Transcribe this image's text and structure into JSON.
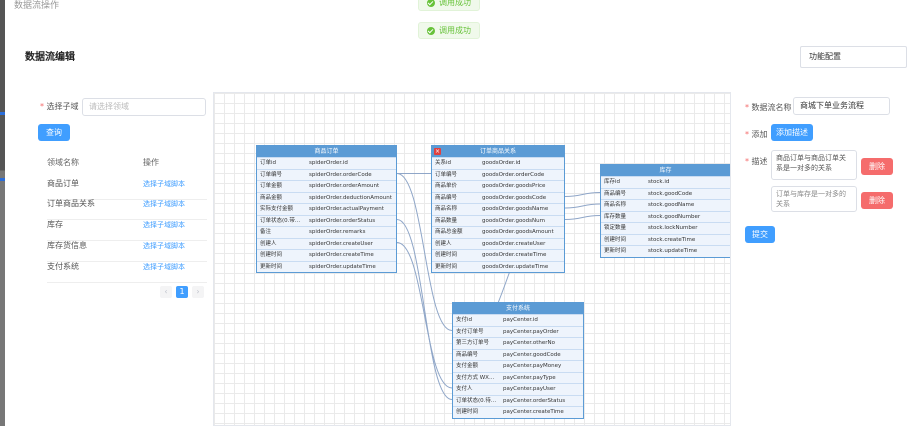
{
  "backdrop": {
    "title": "数据流操作"
  },
  "toasts": [
    "调用成功",
    "调用成功"
  ],
  "dialog": {
    "title": "数据流编辑",
    "function_config": "功能配置"
  },
  "left": {
    "select_label": "选择子域",
    "select_placeholder": "请选择领域",
    "query_button": "查询",
    "columns": [
      "领域名称",
      "操作"
    ],
    "rows": [
      {
        "name": "商品订单",
        "action": "选择子域脚本"
      },
      {
        "name": "订单商品关系",
        "action": "选择子域脚本"
      },
      {
        "name": "库存",
        "action": "选择子域脚本"
      },
      {
        "name": "库存货信息",
        "action": "选择子域脚本"
      },
      {
        "name": "支付系统",
        "action": "选择子域脚本"
      }
    ],
    "pager": {
      "prev": "‹",
      "page": "1",
      "next": "›"
    }
  },
  "tables": [
    {
      "title": "商品订单",
      "cols": [
        [
          "订单id",
          "spiderOrder.id"
        ],
        [
          "订单编号",
          "spiderOrder.orderCode"
        ],
        [
          "订单金额",
          "spiderOrder.orderAmount"
        ],
        [
          "商品金额",
          "spiderOrder.deductionAmount"
        ],
        [
          "实际支付金额",
          "spiderOrder.actualPayment"
        ],
        [
          "订单状态(0.带...",
          "spiderOrder.orderStatus"
        ],
        [
          "备注",
          "spiderOrder.remarks"
        ],
        [
          "创建人",
          "spiderOrder.createUser"
        ],
        [
          "创建时间",
          "spiderOrder.createTime"
        ],
        [
          "更新时间",
          "spiderOrder.updateTime"
        ]
      ]
    },
    {
      "title": "订单商品关系",
      "cols": [
        [
          "关系id",
          "goodsOrder.id"
        ],
        [
          "订单编号",
          "goodsOrder.orderCode"
        ],
        [
          "商品单价",
          "goodsOrder.goodsPrice"
        ],
        [
          "商品编号",
          "goodsOrder.goodsCode"
        ],
        [
          "商品名称",
          "goodsOrder.goodsName"
        ],
        [
          "商品数量",
          "goodsOrder.goodsNum"
        ],
        [
          "商品总金额",
          "goodsOrder.goodsAmount"
        ],
        [
          "创建人",
          "goodsOrder.createUser"
        ],
        [
          "创建时间",
          "goodsOrder.createTime"
        ],
        [
          "更新时间",
          "goodsOrder.updateTime"
        ]
      ]
    },
    {
      "title": "库存",
      "cols": [
        [
          "库存id",
          "stock.id"
        ],
        [
          "商品编号",
          "stock.goodCode"
        ],
        [
          "商品名称",
          "stock.goodName"
        ],
        [
          "库存数量",
          "stock.goodNumber"
        ],
        [
          "锁定数量",
          "stock.lockNumber"
        ],
        [
          "创建时间",
          "stock.createTime"
        ],
        [
          "更新时间",
          "stock.updateTime"
        ]
      ]
    },
    {
      "title": "支付系统",
      "cols": [
        [
          "支付id",
          "payCenter.id"
        ],
        [
          "支付订单号",
          "payCenter.payOrder"
        ],
        [
          "第三方订单号",
          "payCenter.otherNo"
        ],
        [
          "商品编号",
          "payCenter.goodCode"
        ],
        [
          "支付金额",
          "payCenter.payMoney"
        ],
        [
          "支付方式 WX...",
          "payCenter.payType"
        ],
        [
          "支付人",
          "payCenter.payUser"
        ],
        [
          "订单状态(0.待...",
          "payCenter.orderStatus"
        ],
        [
          "创建时间",
          "payCenter.createTime"
        ]
      ]
    }
  ],
  "right": {
    "name_label": "数据流名称",
    "name_value": "商城下单业务流程",
    "add_label": "添加",
    "add_button": "添加描述",
    "desc_label": "描述",
    "descriptions": [
      "商品订单与商品订单关系是一对多的关系",
      "订单与库存是一对多的关系"
    ],
    "delete_label": "删除",
    "submit": "提交"
  }
}
